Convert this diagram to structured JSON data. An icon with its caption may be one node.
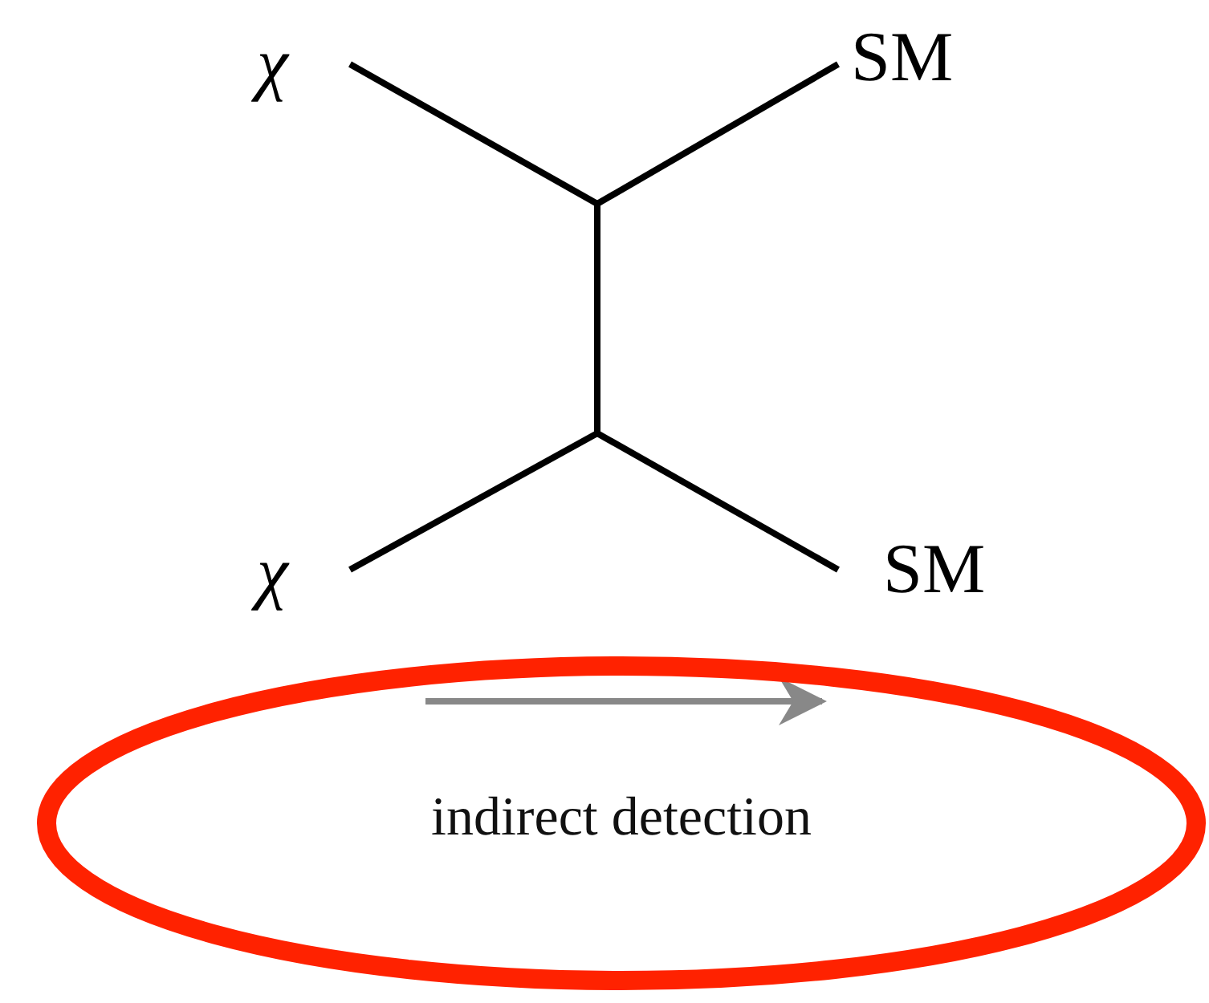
{
  "diagram": {
    "nodes": [
      {
        "text": [
          "indirect detection"
        ]
      }
    ],
    "edges": [],
    "labels": [
      "χ",
      "SM",
      "χ",
      "SM"
    ]
  }
}
